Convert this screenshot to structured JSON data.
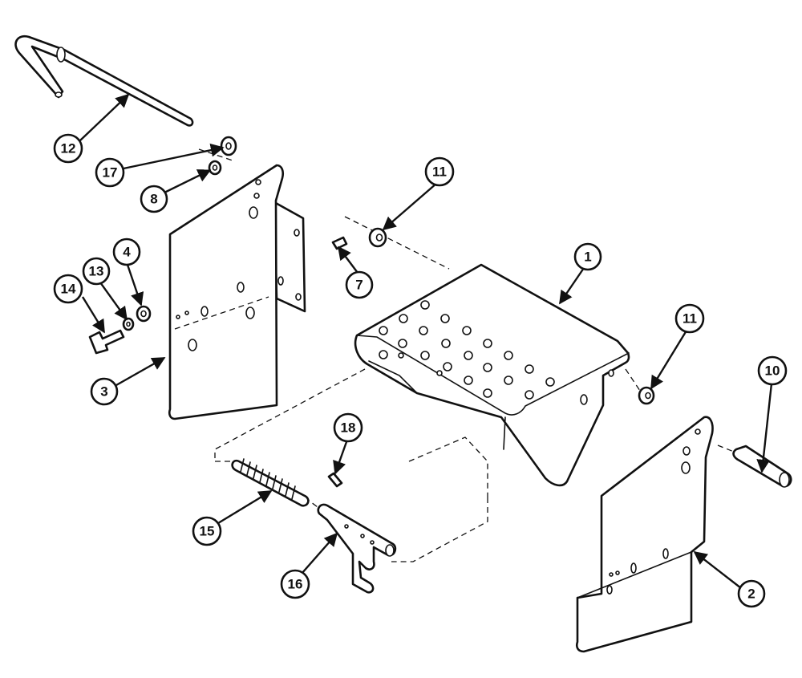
{
  "diagram": {
    "callouts": [
      {
        "id": "c1",
        "label": "1"
      },
      {
        "id": "c2",
        "label": "2"
      },
      {
        "id": "c3",
        "label": "3"
      },
      {
        "id": "c4",
        "label": "4"
      },
      {
        "id": "c7",
        "label": "7"
      },
      {
        "id": "c8",
        "label": "8"
      },
      {
        "id": "c10",
        "label": "10"
      },
      {
        "id": "c11a",
        "label": "11"
      },
      {
        "id": "c11b",
        "label": "11"
      },
      {
        "id": "c12",
        "label": "12"
      },
      {
        "id": "c13",
        "label": "13"
      },
      {
        "id": "c14",
        "label": "14"
      },
      {
        "id": "c15",
        "label": "15"
      },
      {
        "id": "c16",
        "label": "16"
      },
      {
        "id": "c17",
        "label": "17"
      },
      {
        "id": "c18",
        "label": "18"
      }
    ]
  }
}
